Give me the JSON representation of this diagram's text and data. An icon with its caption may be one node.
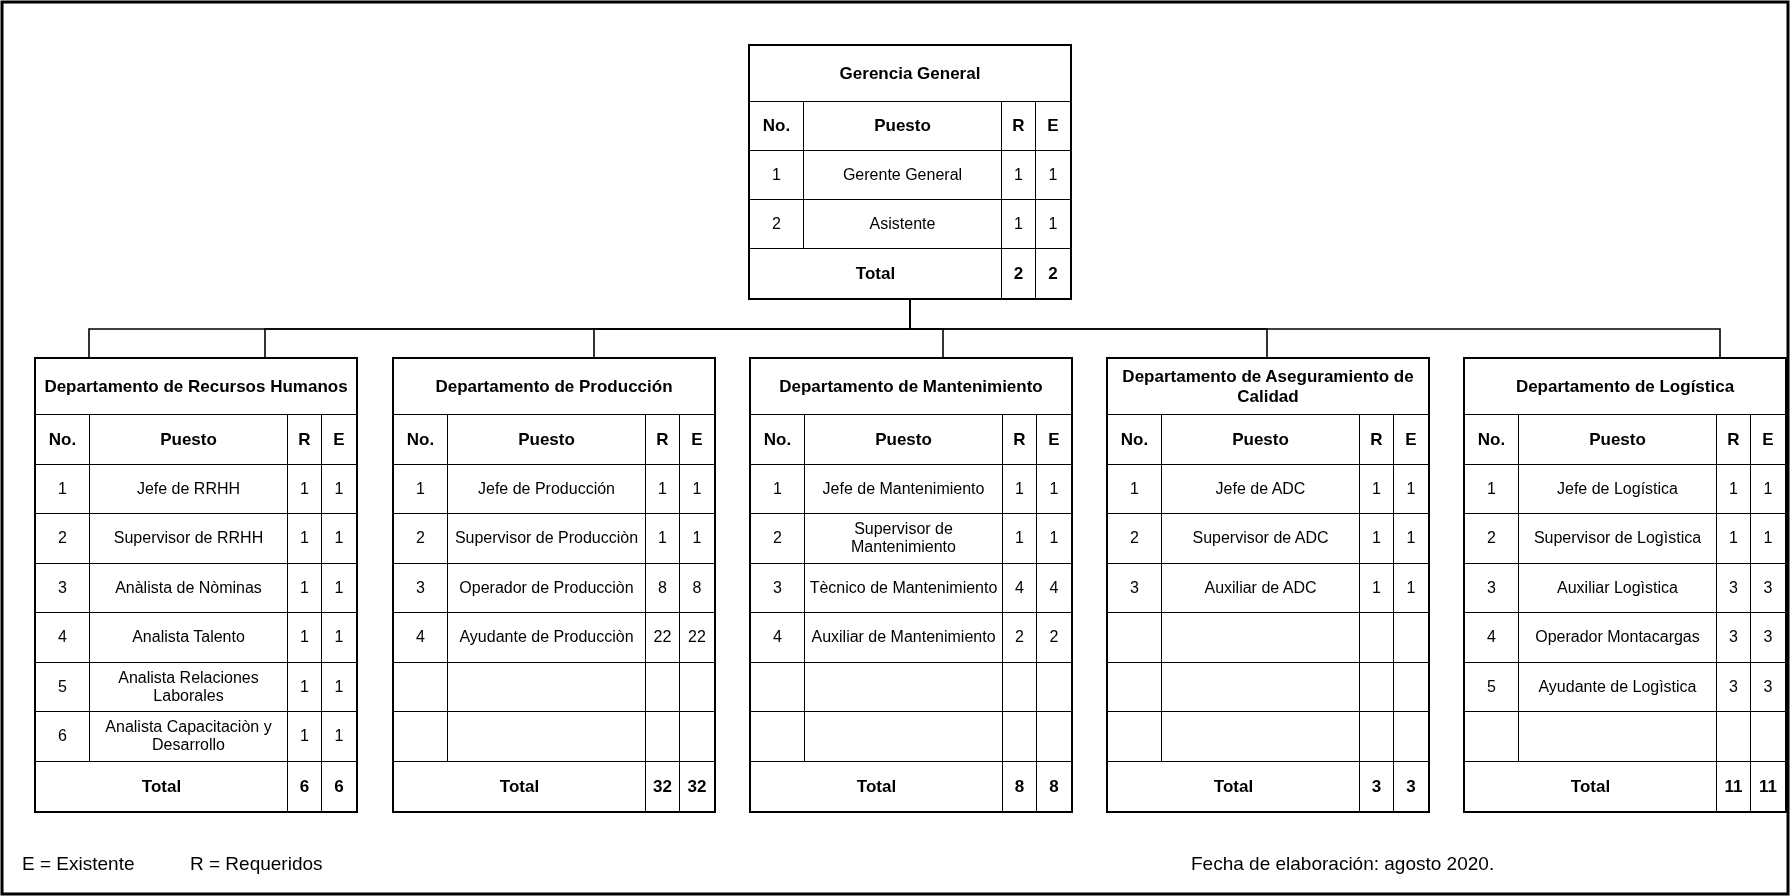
{
  "diagram": {
    "nodes": [
      {
        "text": [
          "Gerencia General",
          "No.",
          "Puesto",
          "R",
          "E",
          "1",
          "Gerente General",
          "1",
          "1",
          "2",
          "Asistente",
          "1",
          "1",
          "Total",
          "2",
          "2"
        ]
      },
      {
        "text": [
          "Departamento de Recursos Humanos",
          "No.",
          "Puesto",
          "R",
          "E",
          "1",
          "Jefe de RRHH",
          "1",
          "1",
          "2",
          "Supervisor de RRHH",
          "1",
          "1",
          "3",
          "Anàlista de Nòminas",
          "1",
          "1",
          "4",
          "Analista Talento",
          "1",
          "1",
          "5",
          "Analista Relaciones Laborales",
          "1",
          "1",
          "6",
          "Analista Capacitaciòn y Desarrollo",
          "1",
          "1",
          "Total",
          "6",
          "6"
        ]
      },
      {
        "text": [
          "Departamento de Producción",
          "No.",
          "Puesto",
          "R",
          "E",
          "1",
          "Jefe de Producción",
          "1",
          "1",
          "2",
          "Supervisor de Producciòn",
          "1",
          "1",
          "3",
          "Operador de Producciòn",
          "8",
          "8",
          "4",
          "Ayudante de Producciòn",
          "22",
          "22",
          "Total",
          "32",
          "32"
        ]
      },
      {
        "text": [
          "Departamento de Mantenimiento",
          "No.",
          "Puesto",
          "R",
          "E",
          "1",
          "Jefe de Mantenimiento",
          "1",
          "1",
          "2",
          "Supervisor de Mantenimiento",
          "1",
          "1",
          "3",
          "Tècnico de Mantenimiento",
          "4",
          "4",
          "4",
          "Auxiliar de Mantenimiento",
          "2",
          "2",
          "Total",
          "8",
          "8"
        ]
      },
      {
        "text": [
          "Departamento de Aseguramiento de Calidad",
          "No.",
          "Puesto",
          "R",
          "E",
          "1",
          "Jefe de ADC",
          "1",
          "1",
          "2",
          "Supervisor de ADC",
          "1",
          "1",
          "3",
          "Auxiliar de ADC",
          "1",
          "1",
          "Total",
          "3",
          "3"
        ]
      },
      {
        "text": [
          "Departamento de Logística",
          "No.",
          "Puesto",
          "R",
          "E",
          "1",
          "Jefe de Logística",
          "1",
          "1",
          "2",
          "Supervisor de Logìstica",
          "1",
          "1",
          "3",
          "Auxiliar Logìstica",
          "3",
          "3",
          "4",
          "Operador Montacargas",
          "3",
          "3",
          "5",
          "Ayudante de Logìstica",
          "3",
          "3",
          "Total",
          "11",
          "11"
        ]
      }
    ],
    "edges": [
      {
        "from": 0,
        "to": 1,
        "arrow": "none"
      },
      {
        "from": 0,
        "to": 1,
        "arrow": "none"
      },
      {
        "from": 0,
        "to": 2,
        "arrow": "none"
      },
      {
        "from": 0,
        "to": 3,
        "arrow": "none"
      },
      {
        "from": 0,
        "to": 4,
        "arrow": "none"
      },
      {
        "from": 0,
        "to": 5,
        "arrow": "none"
      }
    ],
    "labels": [
      "E = Existente",
      "R = Requeridos",
      "Fecha de elaboración: agosto 2020."
    ]
  }
}
